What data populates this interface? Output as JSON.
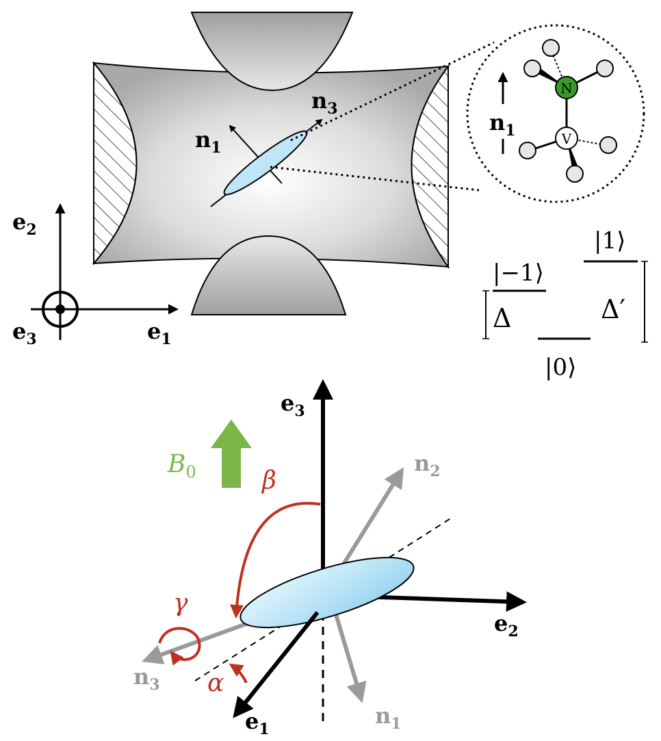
{
  "colors": {
    "ink": "#000000",
    "gray": "#9a9a9a",
    "red": "#c0301f",
    "green": "#7cb648",
    "ellipse_fill": "#bfe6f6",
    "nitrogen": "#3a9a28",
    "atom": "#e6e6e6"
  },
  "top": {
    "axes": {
      "e1": "e",
      "e1_sub": "1",
      "e2": "e",
      "e2_sub": "2",
      "e3": "e",
      "e3_sub": "3"
    },
    "molecule_axes": {
      "n1": "n",
      "n1_sub": "1",
      "n3": "n",
      "n3_sub": "3"
    },
    "inset": {
      "nitrogen_label": "N",
      "vacancy_label": "V",
      "n1": "n",
      "n1_sub": "1"
    },
    "levels": {
      "minus_one": "|−1⟩",
      "one": "|1⟩",
      "zero": "|0⟩",
      "delta": "Δ",
      "delta_prime": "Δ′"
    }
  },
  "bottom": {
    "axes": {
      "e1": "e",
      "e1_sub": "1",
      "e2": "e",
      "e2_sub": "2",
      "e3": "e",
      "e3_sub": "3"
    },
    "molecule_axes": {
      "n1": "n",
      "n1_sub": "1",
      "n2": "n",
      "n2_sub": "2",
      "n3": "n",
      "n3_sub": "3"
    },
    "field": {
      "label": "B",
      "label_sub": "0"
    },
    "angles": {
      "alpha": "α",
      "beta": "β",
      "gamma": "γ"
    }
  }
}
